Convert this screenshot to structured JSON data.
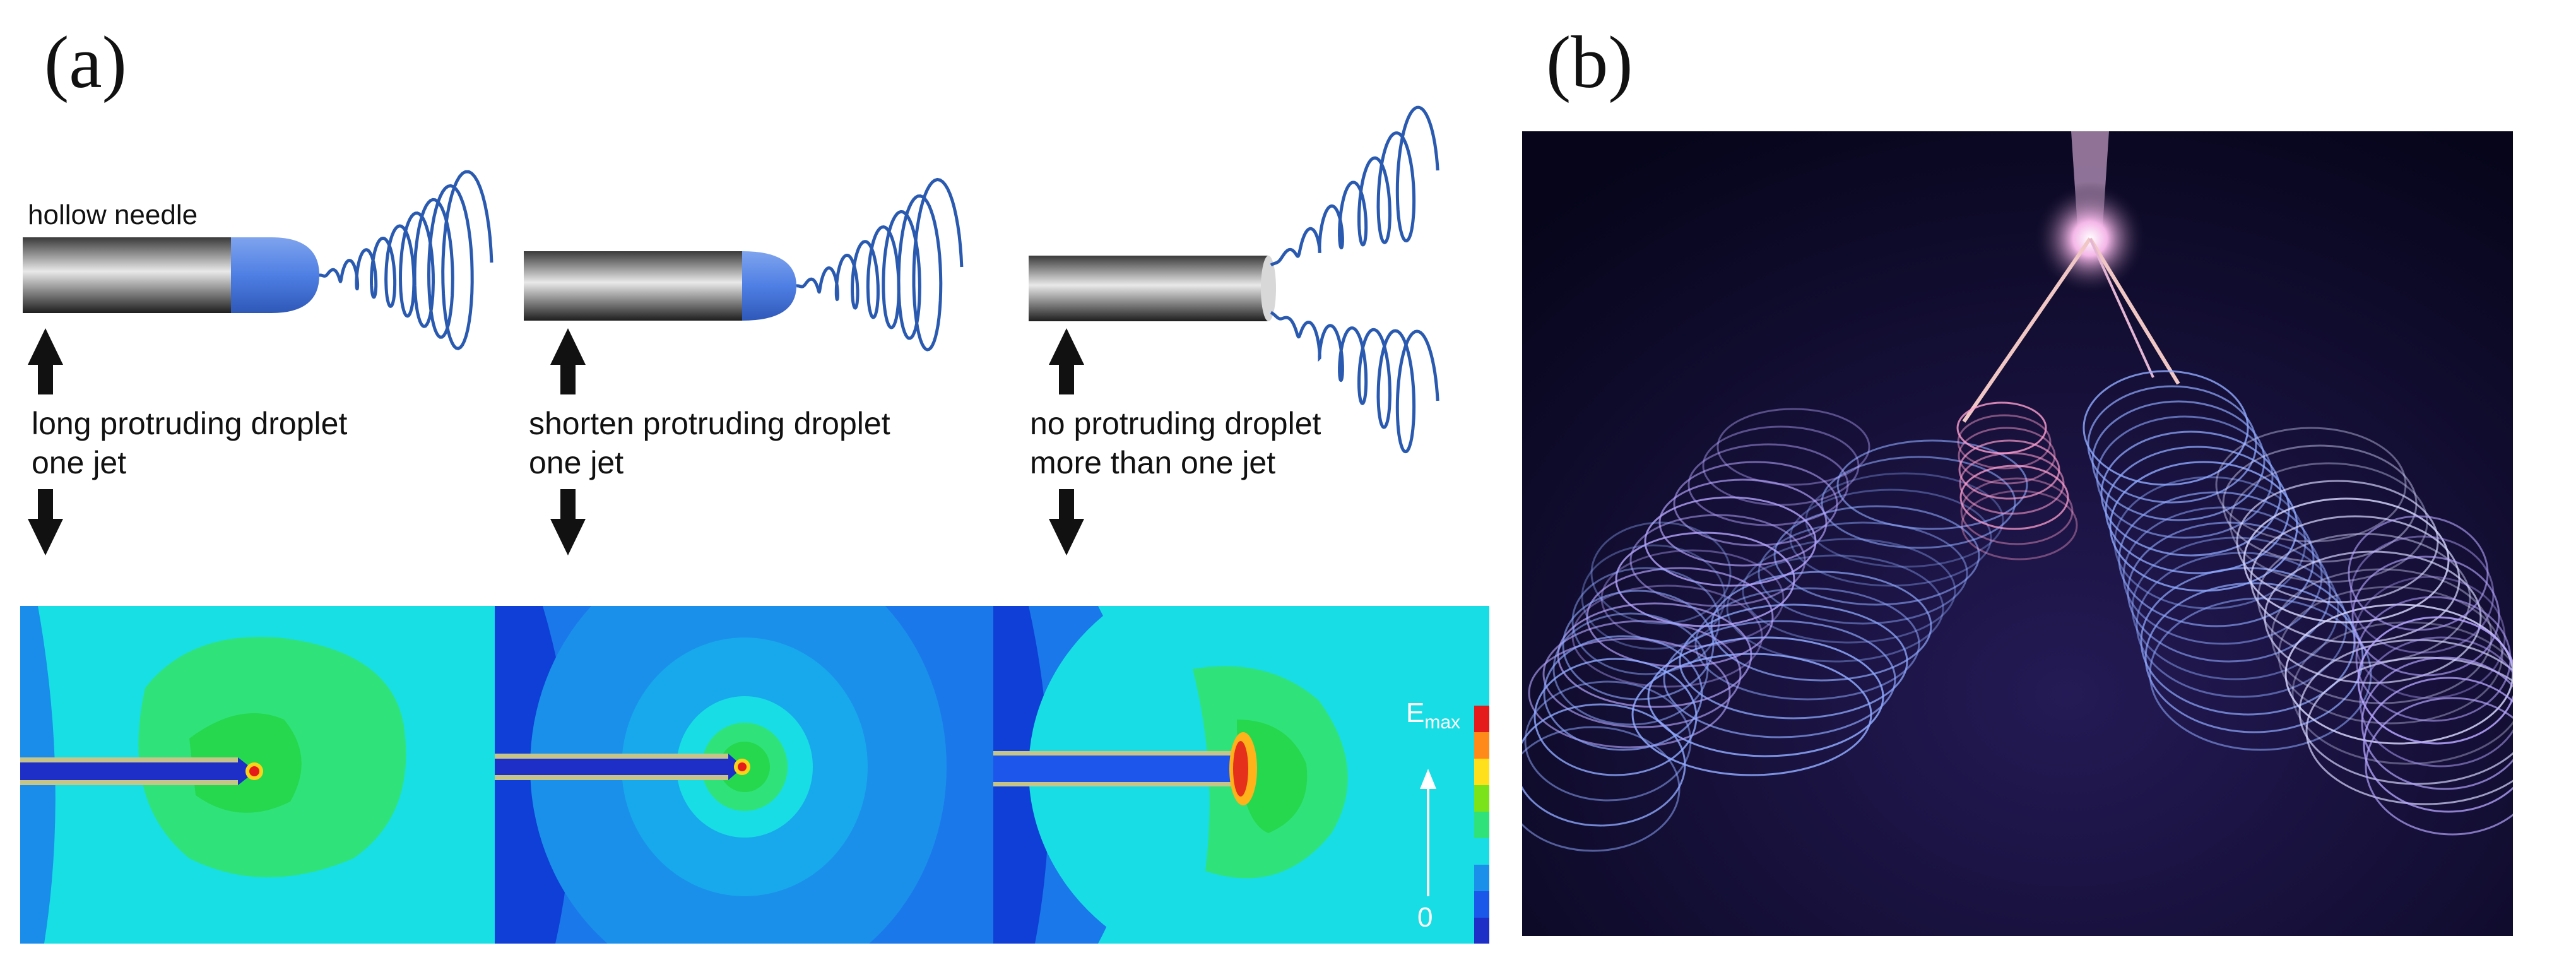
{
  "panels": {
    "a_label": "(a)",
    "b_label": "(b)"
  },
  "needle_label": "hollow needle",
  "cases": [
    {
      "line1": "long protruding droplet",
      "line2": "one jet"
    },
    {
      "line1": "shorten protruding droplet",
      "line2": "one jet"
    },
    {
      "line1": "no protruding droplet",
      "line2": "more than one jet"
    }
  ],
  "field_legend": {
    "top_main": "E",
    "top_sub": "max",
    "bottom": "0"
  },
  "colors": {
    "needle_dark": "#2f2f2f",
    "needle_light": "#e6e6e6",
    "droplet": "#4a7be0",
    "spiral": "#2a5ab0",
    "field_cyan": "#19e0e4",
    "field_green": "#2fe37a",
    "field_blue": "#1a78ea",
    "field_dark_blue": "#0f3fd6",
    "photo_bg": "#0a0820"
  },
  "icons": {
    "arrow_up": "arrow-up-icon",
    "arrow_down": "arrow-down-icon"
  }
}
